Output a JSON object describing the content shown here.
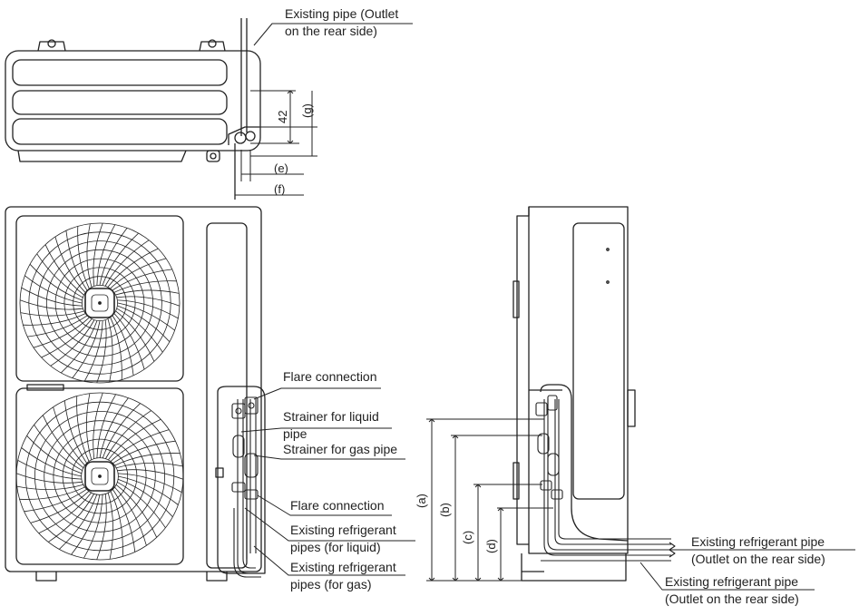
{
  "top_view": {
    "callout_existing_pipe": [
      "Existing pipe (Outlet",
      "on the rear side)"
    ],
    "dim_42": "42",
    "dim_g": "(g)",
    "dim_e": "(e)",
    "dim_f": "(f)"
  },
  "front_view": {
    "flare_connection_top": "Flare connection",
    "strainer_liquid": [
      "Strainer for liquid",
      "pipe"
    ],
    "strainer_gas": "Strainer for gas pipe",
    "flare_connection_bottom": "Flare connection",
    "existing_liquid": [
      "Existing refrigerant",
      "pipes (for liquid)"
    ],
    "existing_gas": [
      "Existing refrigerant",
      "pipes (for gas)"
    ]
  },
  "side_view": {
    "dim_a": "(a)",
    "dim_b": "(b)",
    "dim_c": "(c)",
    "dim_d": "(d)",
    "existing_rear_1": [
      "Existing refrigerant pipe",
      "(Outlet on the rear side)"
    ],
    "existing_rear_2": [
      "Existing refrigerant pipe",
      "(Outlet on the rear side)"
    ]
  }
}
